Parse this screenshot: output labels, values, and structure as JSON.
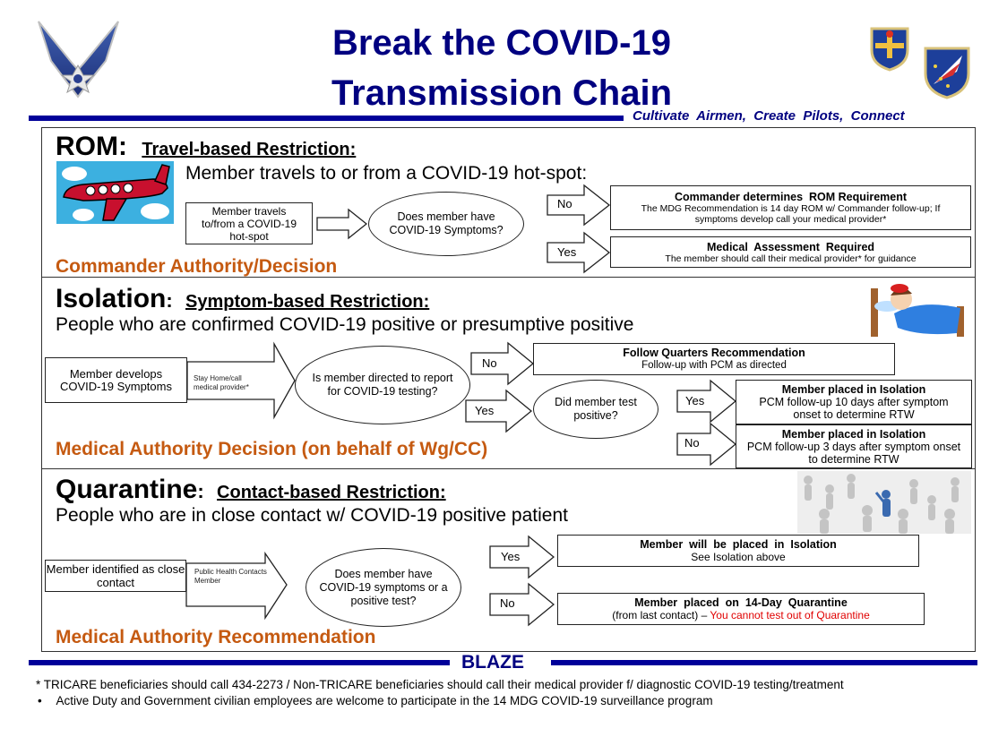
{
  "header": {
    "title_line1": "Break the COVID-19",
    "title_line2": "Transmission Chain",
    "tagline": "Cultivate  Airmen,  Create  Pilots,  Connect",
    "logos": [
      "air-force-symbol",
      "aetc-shield",
      "14th-flying-training-wing-shield"
    ]
  },
  "rom": {
    "heading": "ROM:",
    "subheading": "Travel-based Restriction:",
    "description": "Member travels to or from a COVID-19 hot-spot:",
    "start_box": "Member travels to/from a COVID-19 hot-spot",
    "question": "Does member have  COVID-19 Symptoms?",
    "branches": [
      {
        "label": "No",
        "title": "Commander determines  ROM Requirement",
        "text": "The MDG Recommendation is 14 day ROM w/ Commander follow-up; If symptoms develop call your medical provider*"
      },
      {
        "label": "Yes",
        "title": "Medical  Assessment  Required",
        "text": "The member should call their medical provider* for guidance"
      }
    ],
    "authority": "Commander Authority/Decision",
    "image": "airplane-illustration"
  },
  "isolation": {
    "heading": "Isolation",
    "colon": ":",
    "subheading": "Symptom-based Restriction:",
    "description": "People who are confirmed COVID-19 positive or presumptive positive",
    "start_box": "Member develops COVID-19 Symptoms",
    "arrow_label": "Stay Home/call medical provider*",
    "question": "Is member directed to report for COVID-19 testing?",
    "no_label": "No",
    "no_title": "Follow Quarters Recommendation",
    "no_text": "Follow-up with PCM as directed",
    "yes_label": "Yes",
    "question2": "Did member test positive?",
    "results": [
      {
        "label": "Yes",
        "title": "Member placed in Isolation",
        "text": "PCM follow-up  10 days after symptom onset to determine RTW"
      },
      {
        "label": "No",
        "title": "Member placed in Isolation",
        "text": "PCM follow-up 3 days after symptom onset to determine RTW"
      }
    ],
    "authority": "Medical Authority Decision (on behalf of Wg/CC)",
    "image": "sick-child-in-bed-illustration"
  },
  "quarantine": {
    "heading": "Quarantine",
    "colon": ":",
    "subheading": "Contact-based Restriction:",
    "description": "People who are in close contact w/ COVID-19 positive patient",
    "start_box": "Member identified as close contact",
    "arrow_label": "Public Health Contacts Member",
    "question": "Does member have  COVID-19 symptoms or a positive test?",
    "yes_label": "Yes",
    "yes_title": "Member  will  be  placed  in  Isolation",
    "yes_text": "See Isolation above",
    "no_label": "No",
    "no_title": "Member  placed  on  14-Day  Quarantine",
    "no_text_plain": "(from last contact) – ",
    "no_text_red": "You cannot test out of Quarantine",
    "authority": "Medical Authority Recommendation",
    "image": "crowd-figures-illustration"
  },
  "footer": {
    "brand": "BLAZE",
    "note1": "* TRICARE beneficiaries should call 434-2273 / Non-TRICARE beneficiaries should call their medical provider f/ diagnostic COVID-19 testing/treatment",
    "note2_bullet": "•",
    "note2": "Active Duty and Government civilian employees are welcome to participate in the 14 MDG COVID-19 surveillance program"
  },
  "colors": {
    "navy": "#000080",
    "bar": "#000099",
    "authority_orange": "#c55a11",
    "warning_red": "#e00000"
  }
}
